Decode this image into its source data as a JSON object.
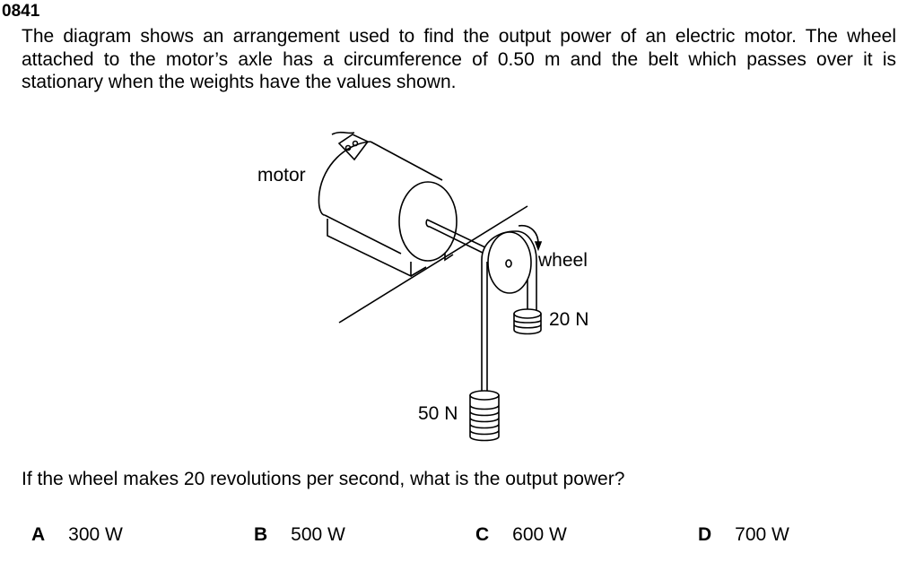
{
  "question_number": "0841",
  "stem": "The diagram shows an arrangement used to find the output power of an electric motor. The wheel attached to the motor’s axle has a circumference of 0.50 m and the belt which passes over it is stationary when the weights have the values shown.",
  "diagram": {
    "labels": {
      "motor": "motor",
      "wheel": "wheel",
      "weight_small": "20 N",
      "weight_large": "50 N"
    }
  },
  "question": "If the wheel makes 20 revolutions per second, what is the output power?",
  "options": [
    {
      "letter": "A",
      "text": "300 W"
    },
    {
      "letter": "B",
      "text": "500 W"
    },
    {
      "letter": "C",
      "text": "600 W"
    },
    {
      "letter": "D",
      "text": "700 W"
    }
  ]
}
